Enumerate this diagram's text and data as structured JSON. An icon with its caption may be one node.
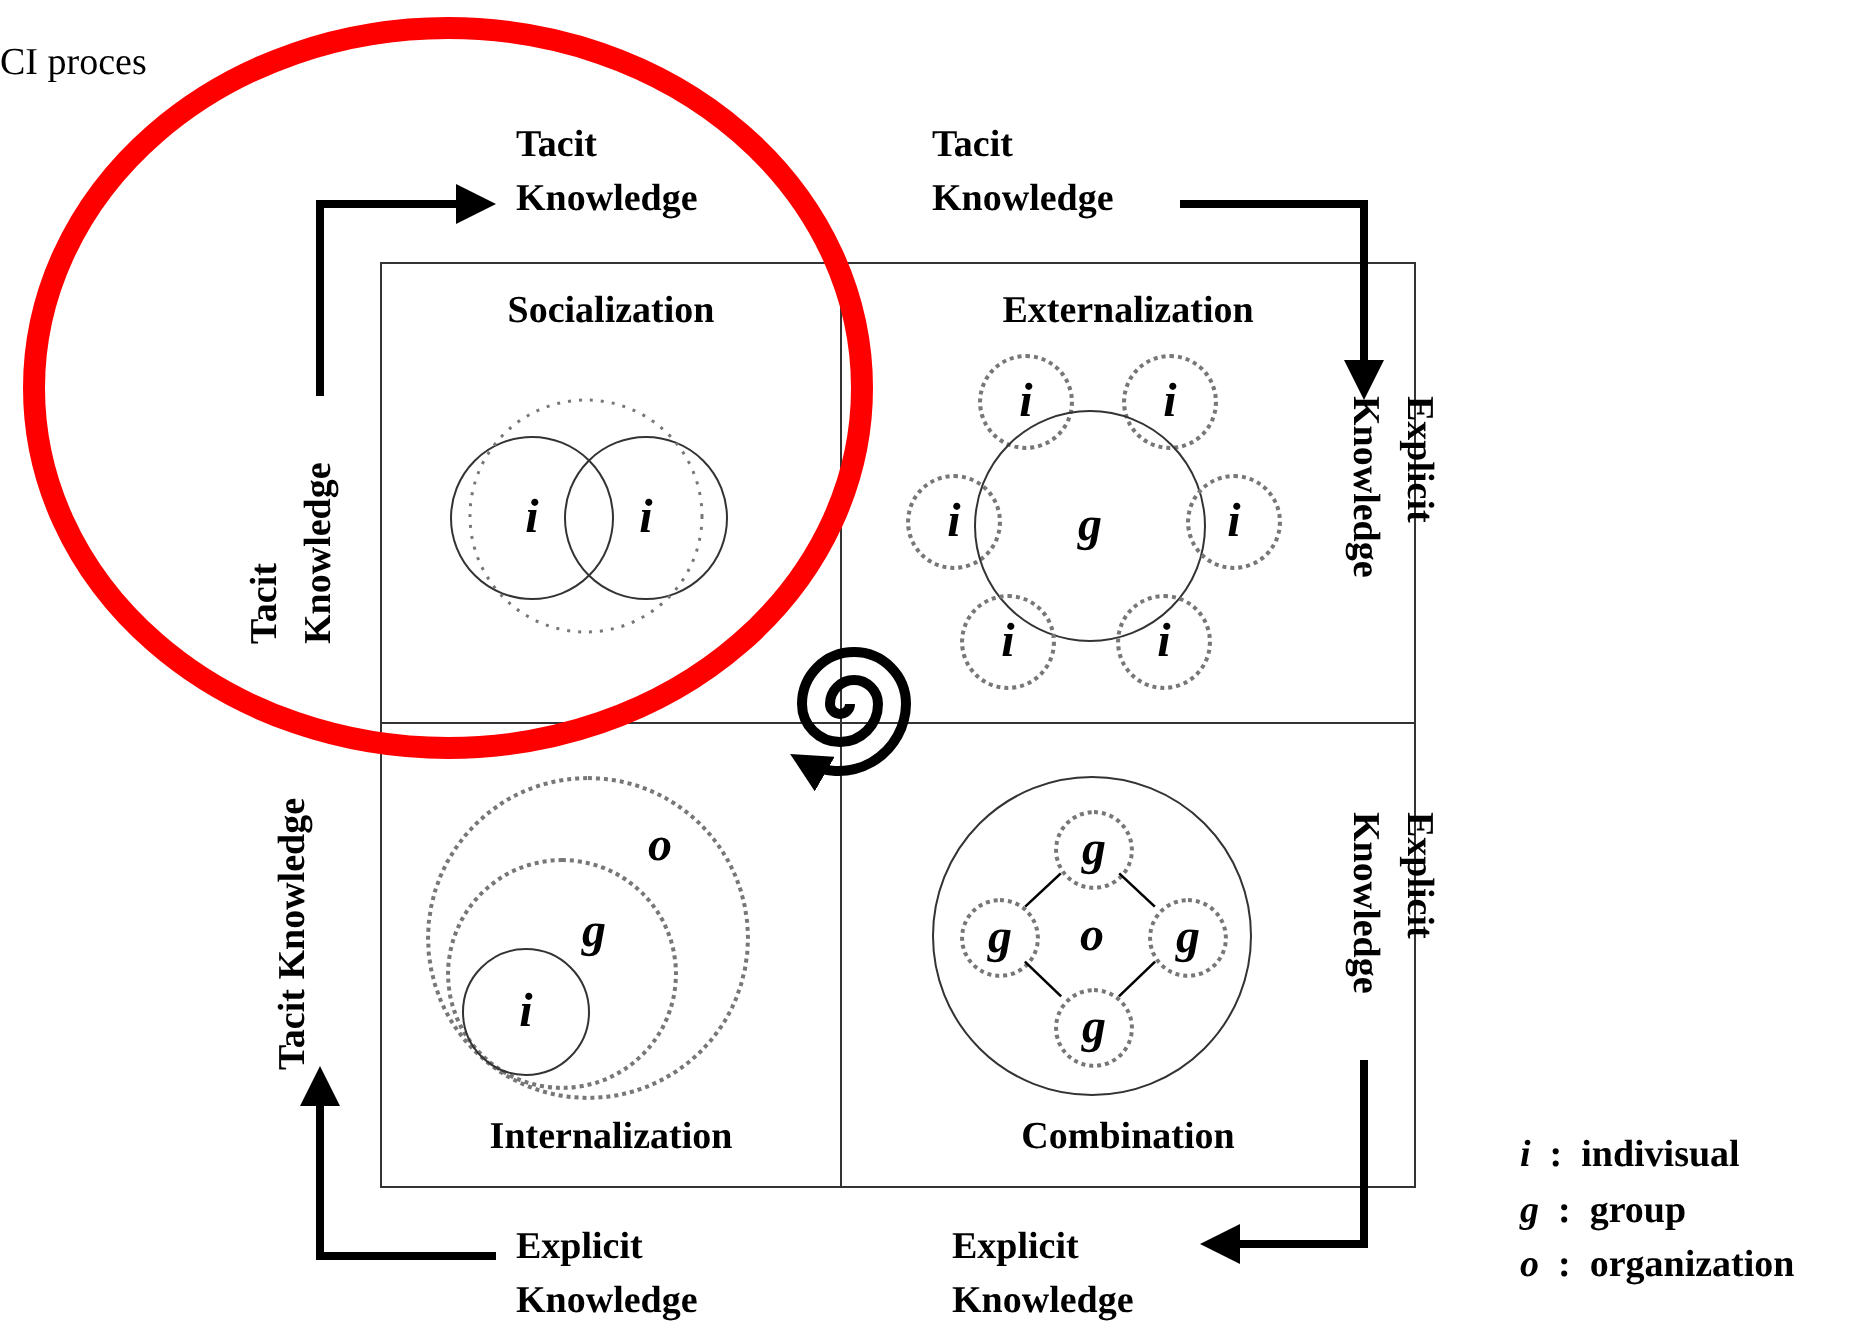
{
  "diagram": {
    "nodes": [
      {
        "text": [
          "Tacit Knowledge"
        ]
      },
      {
        "text": [
          "Tacit Knowledge"
        ]
      },
      {
        "text": [
          "Tacit Knowledge"
        ]
      },
      {
        "text": [
          "Socialization"
        ]
      },
      {
        "text": [
          "i"
        ],
        "in": 3
      },
      {
        "text": [
          "i"
        ],
        "in": 3
      },
      {
        "text": [
          "Externalization"
        ]
      },
      {
        "text": [
          "i"
        ],
        "in": 6
      },
      {
        "text": [
          "i"
        ],
        "in": 6
      },
      {
        "text": [
          "i"
        ],
        "in": 6
      },
      {
        "text": [
          "g"
        ],
        "in": 6
      },
      {
        "text": [
          "i"
        ],
        "in": 6
      },
      {
        "text": [
          "i"
        ],
        "in": 6
      },
      {
        "text": [
          "i"
        ],
        "in": 6
      },
      {
        "text": [
          "Explicit Knowledge"
        ]
      },
      {
        "text": [
          "Tacit Knowledge"
        ]
      },
      {
        "text": [
          "Internalization"
        ]
      },
      {
        "text": [
          "o"
        ],
        "in": 16
      },
      {
        "text": [
          "g"
        ],
        "in": 17
      },
      {
        "text": [
          "i"
        ],
        "in": 18
      },
      {
        "text": [
          "Combination"
        ]
      },
      {
        "text": [
          "o"
        ],
        "in": 20
      },
      {
        "text": [
          "g"
        ],
        "in": 21
      },
      {
        "text": [
          "g"
        ],
        "in": 21
      },
      {
        "text": [
          "g"
        ],
        "in": 21
      },
      {
        "text": [
          "g"
        ],
        "in": 21
      },
      {
        "text": [
          "Explicit Knowledge"
        ]
      },
      {
        "text": [
          "Explicit Knowledge"
        ]
      },
      {
        "text": [
          "Explicit Knowledge"
        ]
      }
    ],
    "edges": [
      {
        "from": 2,
        "to": 0,
        "arrow": "to",
        "style": "thick"
      },
      {
        "from": 1,
        "to": 14,
        "arrow": "to",
        "style": "thick"
      },
      {
        "from": 26,
        "to": 28,
        "arrow": "to",
        "style": "thick"
      },
      {
        "from": 27,
        "to": 15,
        "arrow": "to",
        "style": "thick"
      },
      {
        "from": 22,
        "to": 23,
        "arrow": "none"
      },
      {
        "from": 22,
        "to": 24,
        "arrow": "none"
      },
      {
        "from": 23,
        "to": 25,
        "arrow": "none"
      },
      {
        "from": 24,
        "to": 25,
        "arrow": "none"
      }
    ],
    "labels": [
      "CI proces",
      "*i*  :  indivisual",
      "*g*  :  group",
      "*o*  :  organization"
    ]
  }
}
